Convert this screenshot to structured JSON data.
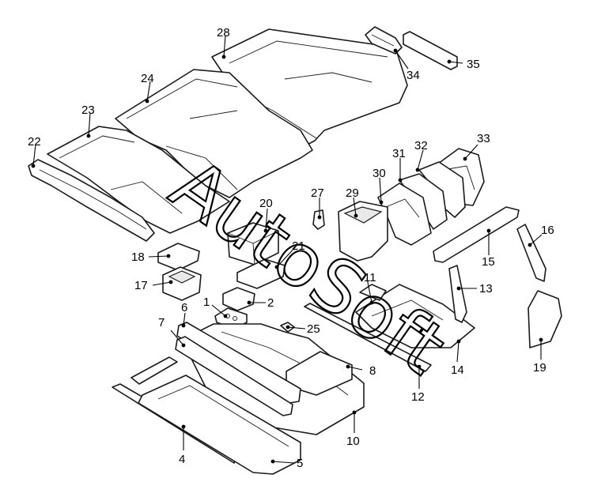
{
  "diagram": {
    "labels": [
      "1",
      "2",
      "4",
      "5",
      "6",
      "7",
      "8",
      "10",
      "12",
      "13",
      "14",
      "15",
      "16",
      "17",
      "18",
      "19",
      "20",
      "21",
      "22",
      "23",
      "24",
      "25",
      "27",
      "28",
      "29",
      "30",
      "31",
      "32",
      "33",
      "34",
      "35",
      "11"
    ],
    "watermark": "AutoSoft"
  }
}
